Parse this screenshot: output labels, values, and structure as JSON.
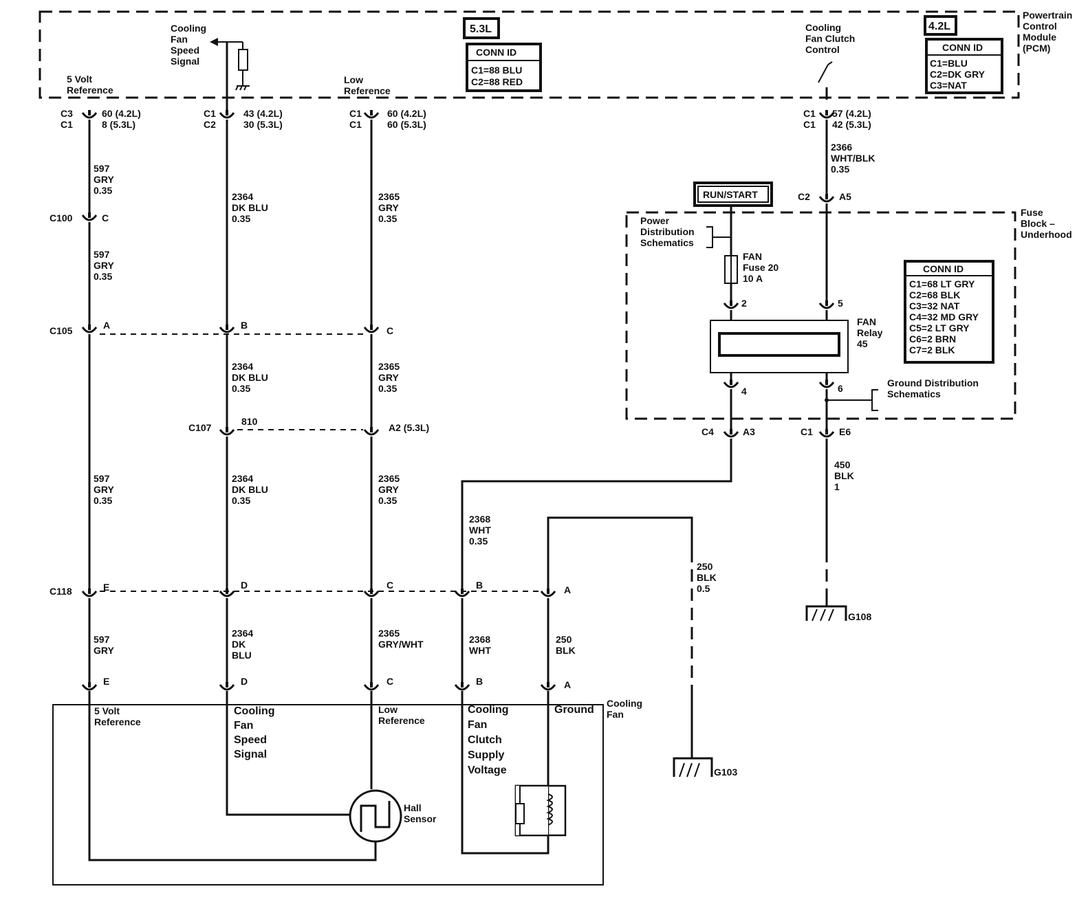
{
  "pcm": {
    "name": "Powertrain\nControl\nModule\n(PCM)",
    "engine_53": "5.3L",
    "engine_42": "4.2L",
    "conn_id_title": "CONN ID",
    "conn_53": [
      "C1=88 BLU",
      "C2=88 RED"
    ],
    "conn_42": [
      "C1=BLU",
      "C2=DK GRY",
      "C3=NAT"
    ],
    "pins": {
      "five_volt": "5 Volt\nReference",
      "fan_speed": "Cooling\nFan\nSpeed\nSignal",
      "low_ref": "Low\nReference",
      "clutch_ctrl": "Cooling\nFan Clutch\nControl"
    }
  },
  "fuse_block": {
    "name": "Fuse\nBlock –\nUnderhood",
    "run_start": "RUN/START",
    "power_dist": "Power\nDistribution\nSchematics",
    "fuse": "FAN\nFuse 20\n10 A",
    "relay": "FAN\nRelay\n45",
    "ground_dist": "Ground Distribution\nSchematics",
    "conn_id_title": "CONN ID",
    "conn_ids": [
      "C1=68 LT GRY",
      "C2=68 BLK",
      "C3=32 NAT",
      "C4=32 MD GRY",
      "C5=2 LT GRY",
      "C6=2 BRN",
      "C7=2 BLK"
    ],
    "relay_pins": [
      "2",
      "5",
      "4",
      "6"
    ]
  },
  "fan": {
    "name": "Cooling\nFan",
    "pins": {
      "five_volt": "5 Volt\nReference",
      "speed": "Cooling\nFan\nSpeed\nSignal",
      "low_ref": "Low\nReference",
      "clutch": "Cooling\nFan\nClutch\nSupply\nVoltage",
      "ground": "Ground"
    },
    "hall": "Hall\nSensor"
  },
  "wires": {
    "w597_a": "597\nGRY\n0.35",
    "w597_b": "597\nGRY\n0.35",
    "w597_c": "597\nGRY\n0.35",
    "w597_d": "597\nGRY",
    "w2364_a": "2364\nDK BLU\n0.35",
    "w2364_b": "2364\nDK BLU\n0.35",
    "w2364_c": "2364\nDK BLU\n0.35",
    "w2364_d": "2364\nDK\nBLU",
    "w2365_a": "2365\nGRY\n0.35",
    "w2365_b": "2365\nGRY\n0.35",
    "w2365_c": "2365\nGRY\n0.35",
    "w2365_d": "2365\nGRY/WHT",
    "w2368_a": "2368\nWHT\n0.35",
    "w2368_b": "2368\nWHT",
    "w250_a": "250\nBLK\n0.5",
    "w250_b": "250\nBLK",
    "w2366": "2366\nWHT/BLK\n0.35",
    "w450": "450\nBLK\n1"
  },
  "connectors": {
    "pcm_5v": "60 (4.2L)\n8 (5.3L)",
    "pcm_5v_c": "C3\nC1",
    "pcm_spd": "43 (4.2L)\n30 (5.3L)",
    "pcm_spd_c": "C1\nC2",
    "pcm_low": "60 (4.2L)\n60 (5.3L)",
    "pcm_low_c": "C1\nC1",
    "pcm_clutch": "57 (4.2L)\n42 (5.3L)",
    "pcm_clutch_c": "C1\nC1",
    "c100": "C100",
    "c100_pin": "C",
    "c105": "C105",
    "c105_pins": [
      "A",
      "B",
      "C"
    ],
    "c107": "C107",
    "c107_pin1": "810",
    "c107_pin2": "A2 (5.3L)",
    "c118": "C118",
    "c118_pins": [
      "E",
      "D",
      "C",
      "B",
      "A"
    ],
    "fan_pins": [
      "E",
      "D",
      "C",
      "B",
      "A"
    ],
    "fb_c2": "C2",
    "fb_a5": "A5",
    "fb_c4": "C4",
    "fb_a3": "A3",
    "fb_c1": "C1",
    "fb_e6": "E6"
  },
  "grounds": {
    "g103": "G103",
    "g108": "G108"
  }
}
